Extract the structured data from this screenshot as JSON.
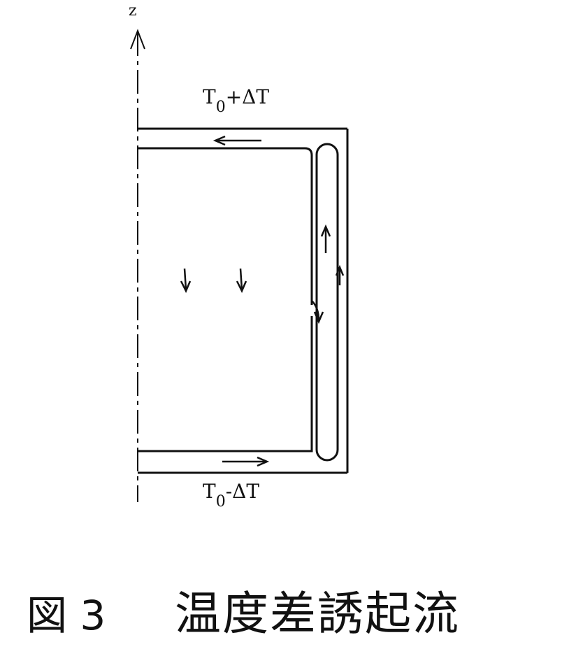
{
  "axis": {
    "label": "z"
  },
  "top_boundary": {
    "symbol": "T",
    "subscript": "0",
    "suffix": "+ΔT"
  },
  "bottom_boundary": {
    "symbol": "T",
    "subscript": "0",
    "suffix": "-ΔT"
  },
  "caption": {
    "figure_label": "図 3",
    "title": "温度差誘起流"
  },
  "colors": {
    "ink": "#111111",
    "paper": "#ffffff"
  }
}
